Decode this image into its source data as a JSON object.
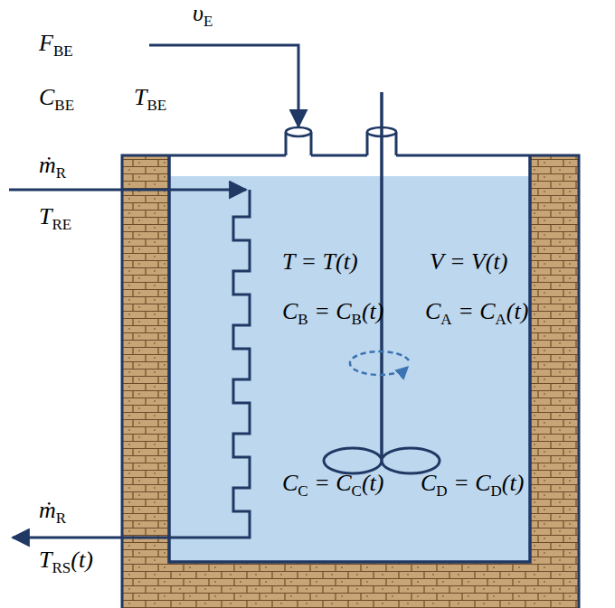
{
  "diagram": {
    "labels": [
      "F",
      "BE",
      "υ",
      "E",
      "C",
      "BE",
      "T",
      "BE",
      "ṁ",
      "R",
      "T",
      "RE",
      "T = T(t)",
      "V = V(t)",
      "C",
      "B",
      "= C",
      "B",
      "(t)",
      "C",
      "A",
      "= C",
      "A",
      "(t)",
      "C",
      "C",
      "= C",
      "C",
      "(t)",
      "C",
      "D",
      "= C",
      "D",
      "(t)",
      "ṁ",
      "R",
      "T",
      "RS",
      "(t)"
    ]
  }
}
